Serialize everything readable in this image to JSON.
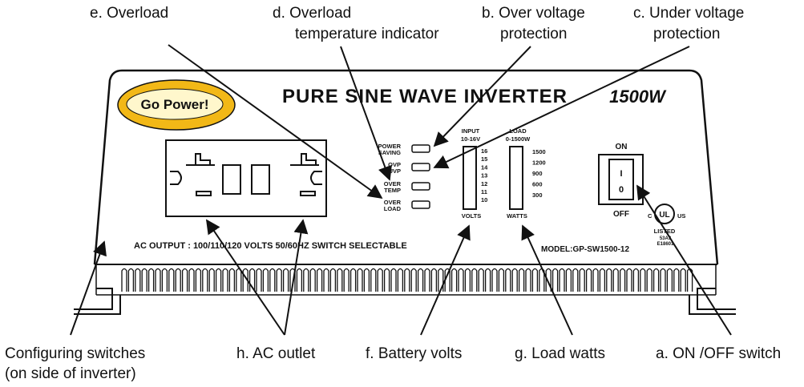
{
  "panel": {
    "title": "PURE SINE WAVE INVERTER",
    "power": "1500W",
    "brand": "Go Power!",
    "ac_output": "AC OUTPUT : 100/110/120 VOLTS  50/60HZ  SWITCH  SELECTABLE",
    "model": "MODEL:GP-SW1500-12",
    "switch_on": "ON",
    "switch_off": "OFF",
    "switch_symbol_on": "I",
    "switch_symbol_off": "0",
    "ul_listed": "LISTED",
    "ul_c": "C",
    "ul_us": "US",
    "ul_code_1": "53A3",
    "ul_code_2": "E18601"
  },
  "indicators": [
    {
      "line1": "POWER",
      "line2": "SAVING"
    },
    {
      "line1": "OVP",
      "line2": "UVP"
    },
    {
      "line1": "OVER",
      "line2": "TEMP"
    },
    {
      "line1": "OVER",
      "line2": "LOAD"
    }
  ],
  "battery_meter": {
    "header1": "INPUT",
    "header2": "10-16V",
    "footer": "VOLTS",
    "scale": [
      "16",
      "15",
      "14",
      "13",
      "12",
      "11",
      "10"
    ]
  },
  "load_meter": {
    "header1": "LOAD",
    "header2": "0-1500W",
    "footer": "WATTS",
    "scale": [
      "1500",
      "1200",
      "900",
      "600",
      "300"
    ]
  },
  "callouts": {
    "e": "e. Overload",
    "d1": "d. Overload",
    "d2": "temperature indicator",
    "b1": "b. Over voltage",
    "b2": "protection",
    "c1": "c. Under voltage",
    "c2": "protection",
    "cfg1": "Configuring switches",
    "cfg2": "(on side of inverter)",
    "h": "h. AC outlet",
    "f": "f. Battery volts",
    "g": "g. Load watts",
    "a": "a. ON /OFF switch"
  }
}
